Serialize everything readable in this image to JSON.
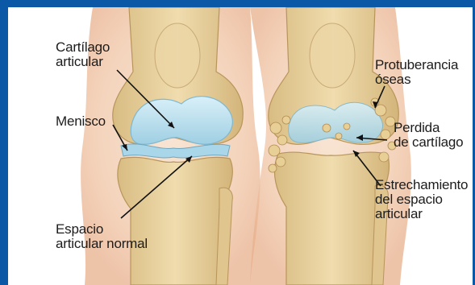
{
  "labels": {
    "cartilago": "Cartílago\narticular",
    "menisco": "Menisco",
    "espacio_normal": "Espacio\narticular normal",
    "protuberancia": "Protuberancia\nóseas",
    "perdida": "Perdida\nde cartílago",
    "estrechamiento": "Estrechamiento\ndel espacio\narticular"
  },
  "colors": {
    "frame": "#0a58a6",
    "bone": "#e6cf9a",
    "cartilage": "#bfe2f0",
    "skin": "#f1c9ad"
  }
}
